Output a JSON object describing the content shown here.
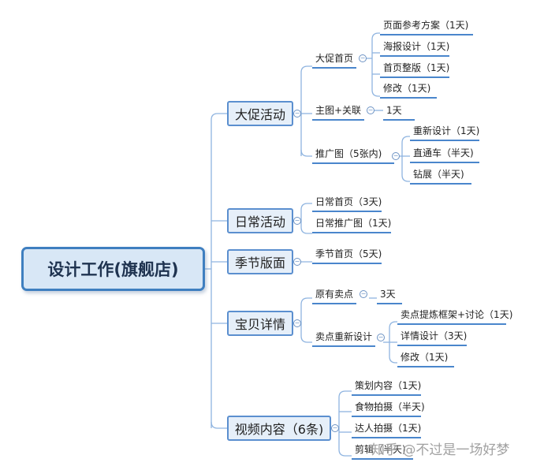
{
  "root": "设计工作(旗舰店)",
  "categories": {
    "promo": "大促活动",
    "daily": "日常活动",
    "seasonal": "季节版面",
    "detail": "宝贝详情",
    "video": "视频内容（6条)"
  },
  "promo": {
    "homepage": "大促首页",
    "homepage_items": [
      "页面参考方案（1天)",
      "海报设计（1天)",
      "首页整版（1天)",
      "修改（1天)"
    ],
    "main_pic": "主图+关联",
    "main_pic_time": "1天",
    "ads": "推广图（5张内)",
    "ads_items": [
      "重新设计（1天)",
      "直通车（半天)",
      "钻展（半天)"
    ]
  },
  "daily": [
    "日常首页（3天)",
    "日常推广图（1天)"
  ],
  "seasonal": [
    "季节首页（5天)"
  ],
  "detail": {
    "selling": "原有卖点",
    "selling_time": "3天",
    "redesign": "卖点重新设计",
    "redesign_items": [
      "卖点提炼框架+讨论（1天)",
      "详情设计（3天)",
      "修改（1天)"
    ]
  },
  "video": [
    "策划内容（1天)",
    "食物拍摄（半天)",
    "达人拍摄（1天)",
    "剪辑（半天)"
  ],
  "watermark": "知乎 @不过是一场好梦",
  "colors": {
    "line": "#8fb4e0",
    "accent": "#4a86cc",
    "root_fill": "#d8e7f6",
    "cat_fill": "#e6eff9"
  }
}
